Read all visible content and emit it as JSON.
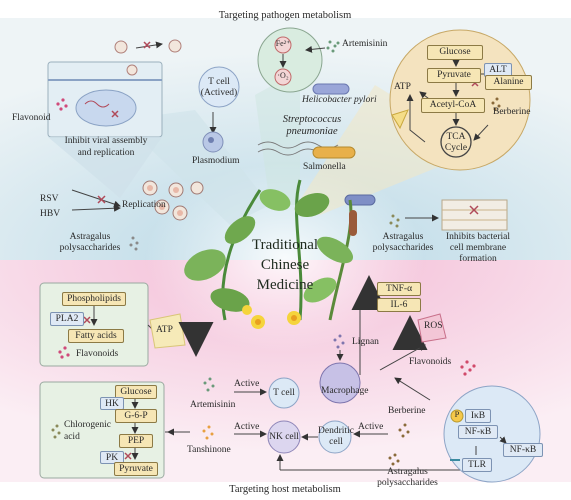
{
  "title": {
    "top": "Targeting pathogen metabolism",
    "bottom": "Targeting host metabolism",
    "center_line1": "Traditional",
    "center_line2": "Chinese",
    "center_line3": "Medicine"
  },
  "viral_panel": {
    "flavonoid": "Flavonoid",
    "caption_line1": "Inhibit viral assembly",
    "caption_line2": "and replication",
    "rsv": "RSV",
    "hbv": "HBV",
    "replication": "Replication",
    "astragalus_line1": "Astragalus",
    "astragalus_line2": "polysaccharides"
  },
  "plasmodium_panel": {
    "tcell_line1": "T cell",
    "tcell_line2": "(Actived)",
    "plasmodium": "Plasmodium"
  },
  "iron_panel": {
    "fe": "Fe²⁺",
    "o2": "·O₂",
    "artemisinin": "Artemisinin"
  },
  "bacteria": {
    "helicobacter": "Helicobacter pylori",
    "strep_line1": "Streptococcus",
    "strep_line2": "pneumoniae",
    "salmonella": "Salmonella",
    "astragalus_line1": "Astragalus",
    "astragalus_line2": "polysaccharides",
    "membrane_line1": "Inhibits bacterial",
    "membrane_line2": "cell membrane",
    "membrane_line3": "formation"
  },
  "metabolism_panel": {
    "glucose": "Glucose",
    "pyruvate": "Pyruvate",
    "alt": "ALT",
    "alanine": "Alanine",
    "atp": "ATP",
    "acetyl_coa": "Acetyl-CoA",
    "berberine": "Berberine",
    "tca_line1": "TCA",
    "tca_line2": "Cycle"
  },
  "lipid_panel": {
    "phospholipids": "Phospholipids",
    "pla2": "PLA2",
    "fatty_acids": "Fatty acids",
    "flavonoids": "Flavonoids",
    "atp": "ATP"
  },
  "glycolysis_panel": {
    "glucose": "Glucose",
    "hk": "HK",
    "g6p": "G-6-P",
    "pep": "PEP",
    "pk": "PK",
    "pyruvate": "Pyruvate",
    "chlorogenic_line1": "Chlorogenic",
    "chlorogenic_line2": "acid"
  },
  "immune": {
    "artemisinin": "Artemisinin",
    "active1": "Active",
    "tcell": "T cell",
    "tanshinone": "Tanshinone",
    "active2": "Active",
    "nk_cell": "NK cell",
    "dendritic_line1": "Dendritic",
    "dendritic_line2": "cell",
    "active3": "Active",
    "macrophage": "Macrophage",
    "lignan": "Lignan",
    "tnf": "TNF-α",
    "il6": "IL-6",
    "ros": "ROS",
    "flavonoids": "Flavonoids",
    "berberine": "Berberine",
    "astragalus_line1": "Astragalus",
    "astragalus_line2": "polysaccharides"
  },
  "nfkb_panel": {
    "p": "P",
    "ikb": "IκB",
    "nfkb1": "NF-κB",
    "nfkb2": "NF-κB",
    "tlr": "TLR"
  },
  "colors": {
    "top_half": "#dbe8ef",
    "bottom_half": "#f6d3e4",
    "panel_green": "#e7f1e4",
    "box_yellow": "#f6e6b5",
    "arrow_red": "#c8505a",
    "icon_blue": "#7f9fd6"
  }
}
